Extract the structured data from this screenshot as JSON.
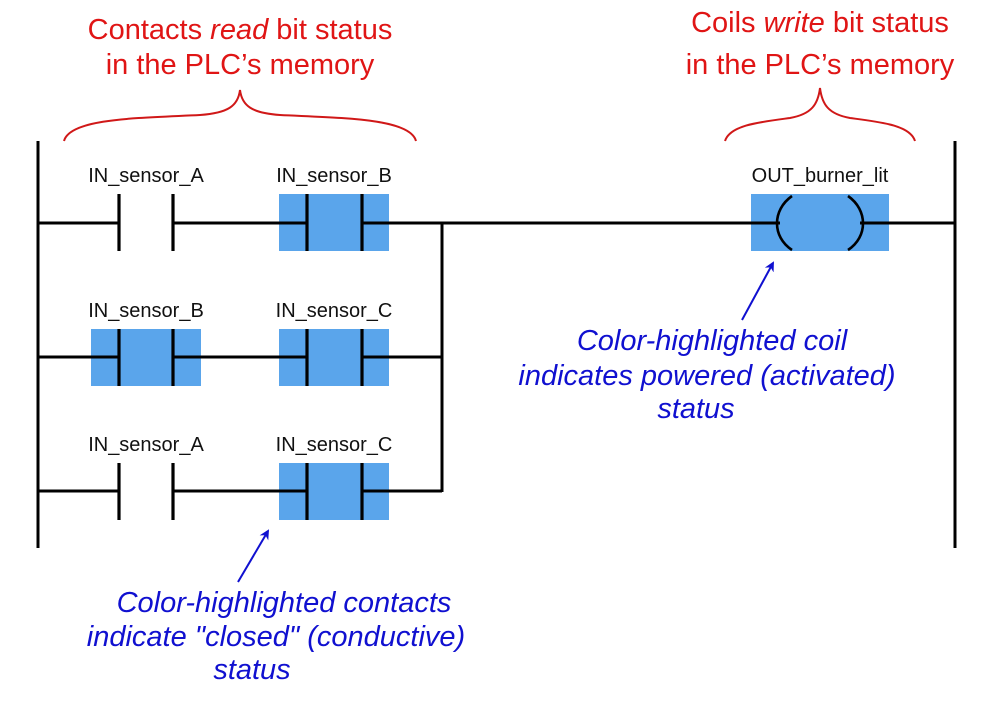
{
  "colors": {
    "highlight": "#5aa5eb",
    "annotation_red": "#e01515",
    "annotation_blue": "#1010d0",
    "wire": "#000000"
  },
  "top_annotations": {
    "contacts": {
      "line1_pre": "Contacts ",
      "line1_em": "read",
      "line1_post": " bit status",
      "line2": "in the PLC’s memory"
    },
    "coils": {
      "line1_pre": "Coils ",
      "line1_em": "write",
      "line1_post": " bit status",
      "line2": "in the PLC’s memory"
    }
  },
  "rungs": [
    {
      "contacts": [
        {
          "label": "IN_sensor_A",
          "type": "NO",
          "highlighted": false
        },
        {
          "label": "IN_sensor_B",
          "type": "NO",
          "highlighted": true
        }
      ]
    },
    {
      "contacts": [
        {
          "label": "IN_sensor_B",
          "type": "NO",
          "highlighted": true
        },
        {
          "label": "IN_sensor_C",
          "type": "NO",
          "highlighted": true
        }
      ]
    },
    {
      "contacts": [
        {
          "label": "IN_sensor_A",
          "type": "NO",
          "highlighted": false
        },
        {
          "label": "IN_sensor_C",
          "type": "NO",
          "highlighted": true
        }
      ]
    }
  ],
  "coil": {
    "label": "OUT_burner_lit",
    "highlighted": true
  },
  "bottom_annotations": {
    "coil_note": [
      "Color-highlighted coil",
      "indicates powered (activated)",
      "status"
    ],
    "contact_note": [
      "Color-highlighted contacts",
      "indicate \"closed\" (conductive)",
      "status"
    ]
  }
}
